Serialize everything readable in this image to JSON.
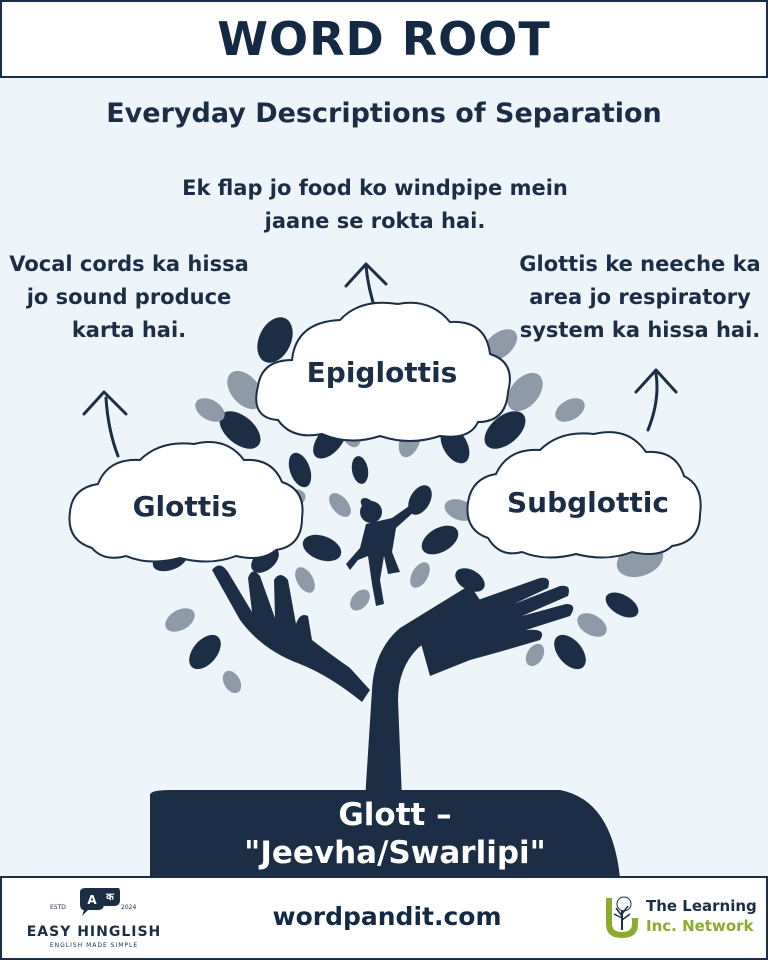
{
  "header": {
    "title": "WORD ROOT"
  },
  "subtitle": "Everyday Descriptions of Separation",
  "descriptions": {
    "top": "Ek flap jo food ko windpipe mein jaane se rokta hai.",
    "left": "Vocal cords ka hissa jo sound produce karta hai.",
    "right": "Glottis ke neeche ka area jo respiratory system ka hissa hai."
  },
  "clouds": {
    "center": "Epiglottis",
    "left": "Glottis",
    "right": "Subglottic"
  },
  "root": {
    "line1": "Glott –",
    "line2": "\"Jeevha/Swarlipi\""
  },
  "footer": {
    "site": "wordpandit.com",
    "easy_hinglish": {
      "name": "EASY HINGLISH",
      "tagline": "ENGLISH MADE SIMPLE",
      "estd": "ESTD",
      "year": "2024",
      "badge_a": "A",
      "badge_k": "क"
    },
    "learning_inc": {
      "line1": "The Learning",
      "line2": "Inc. Network"
    }
  },
  "colors": {
    "navy": "#1c2e45",
    "background": "#eef5fa",
    "leaf_light": "#8e9aa8",
    "accent_green": "#8cab2c"
  }
}
